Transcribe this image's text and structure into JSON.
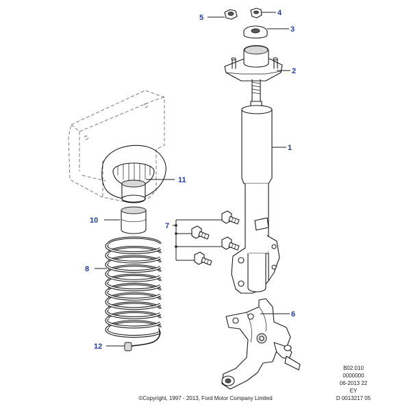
{
  "callouts": {
    "c1": "1",
    "c2": "2",
    "c3": "3",
    "c4": "4",
    "c5": "5",
    "c6": "6",
    "c7": "7",
    "c8": "8",
    "c10": "10",
    "c11": "11",
    "c12": "12"
  },
  "reference": {
    "line1": "B02.010",
    "line2": "0000000",
    "line3": "06-2013 22",
    "line4": "EY",
    "line5": "D 0013217 05"
  },
  "copyright": "©Copyright, 1997 - 2013, Ford Motor Company Limited",
  "colors": {
    "callout": "#1e3aa8",
    "line": "#1a1a1a",
    "shade": "#9a9a9a"
  }
}
